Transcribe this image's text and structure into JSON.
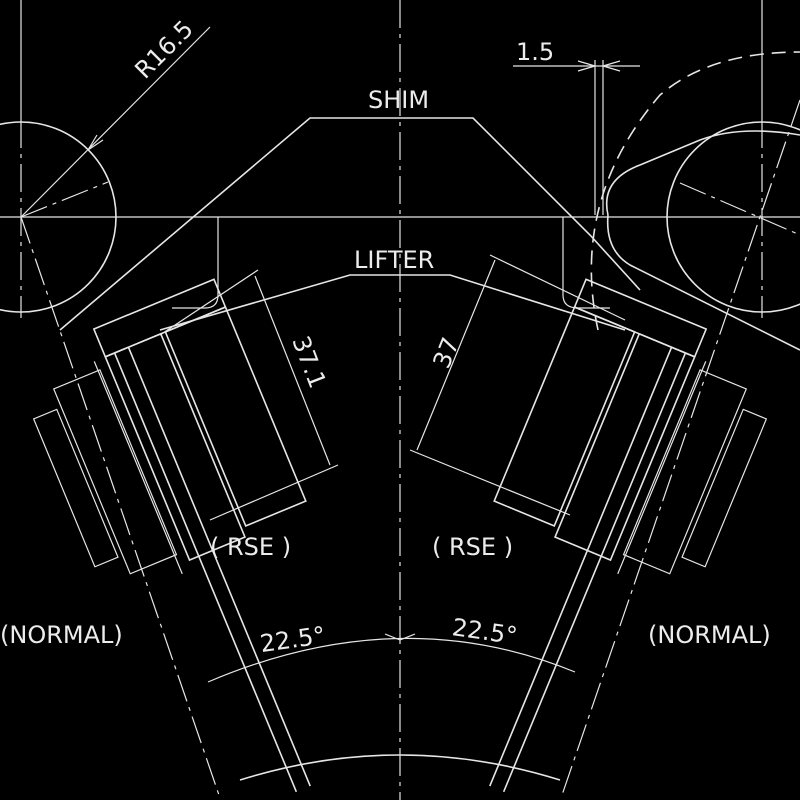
{
  "labels": {
    "radius": "R16.5",
    "shim": "SHIM",
    "clearance": "1.5",
    "lifter": "LIFTER",
    "dim_left": "37.1",
    "dim_right": "37",
    "rse_left": "( RSE )",
    "rse_right": "( RSE )",
    "normal_left": "(NORMAL)",
    "normal_right": "(NORMAL)",
    "angle_left": "22.5°",
    "angle_right": "22.5°"
  },
  "colors": {
    "background": "#000000",
    "lines": "#e6e6e6"
  }
}
